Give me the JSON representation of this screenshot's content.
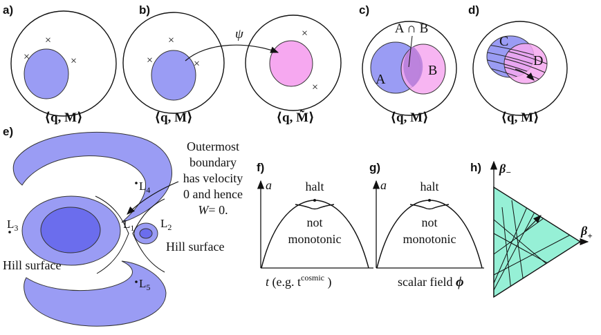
{
  "panels": {
    "a": {
      "label": "a)",
      "bracket": "⟨q, M⟩"
    },
    "b": {
      "label": "b)",
      "bracket_left": "⟨q, M⟩",
      "map_symbol": "ψ",
      "bracket_right": "⟨q, M̃⟩"
    },
    "c": {
      "label": "c)",
      "set_a": "A",
      "set_b": "B",
      "intersection": "A ∩ B",
      "bracket": "⟨q, M⟩"
    },
    "d": {
      "label": "d)",
      "set_c": "C",
      "set_d": "D",
      "bracket": "⟨q, M⟩"
    },
    "e": {
      "label": "e)",
      "note_lines": [
        "Outermost",
        "boundary",
        "has velocity",
        "0 and hence"
      ],
      "note_w": "W",
      "note_eq": "= 0.",
      "hill_left": "Hill surface",
      "hill_right": "Hill surface",
      "lagrange": {
        "L1": "L",
        "L1_sub": "1",
        "L2": "L",
        "L2_sub": "2",
        "L3": "L",
        "L3_sub": "3",
        "L4": "L",
        "L4_sub": "4",
        "L5": "L",
        "L5_sub": "5"
      }
    },
    "f": {
      "label": "f)",
      "yaxis": "a",
      "peak": "halt",
      "note1": "not",
      "note2": "monotonic",
      "xaxis_prefix": "t",
      "xaxis_mid": " (e.g. t",
      "xaxis_sup": "cosmic",
      "xaxis_suffix": " )"
    },
    "g": {
      "label": "g)",
      "yaxis": "a",
      "peak": "halt",
      "note1": "not",
      "note2": "monotonic",
      "xaxis_text": "scalar field ",
      "xaxis_symbol": "ϕ"
    },
    "h": {
      "label": "h)",
      "axis_minus": "β",
      "axis_minus_sub": "−",
      "axis_plus": "β",
      "axis_plus_sub": "+"
    }
  },
  "colors": {
    "blue_fill": "#9a9cf4",
    "blue_dark": "#6b6ded",
    "pink_fill": "#f6a8f0",
    "overlap": "#b07ad8",
    "teal_fill": "#96f0d6",
    "stroke": "#111111"
  }
}
